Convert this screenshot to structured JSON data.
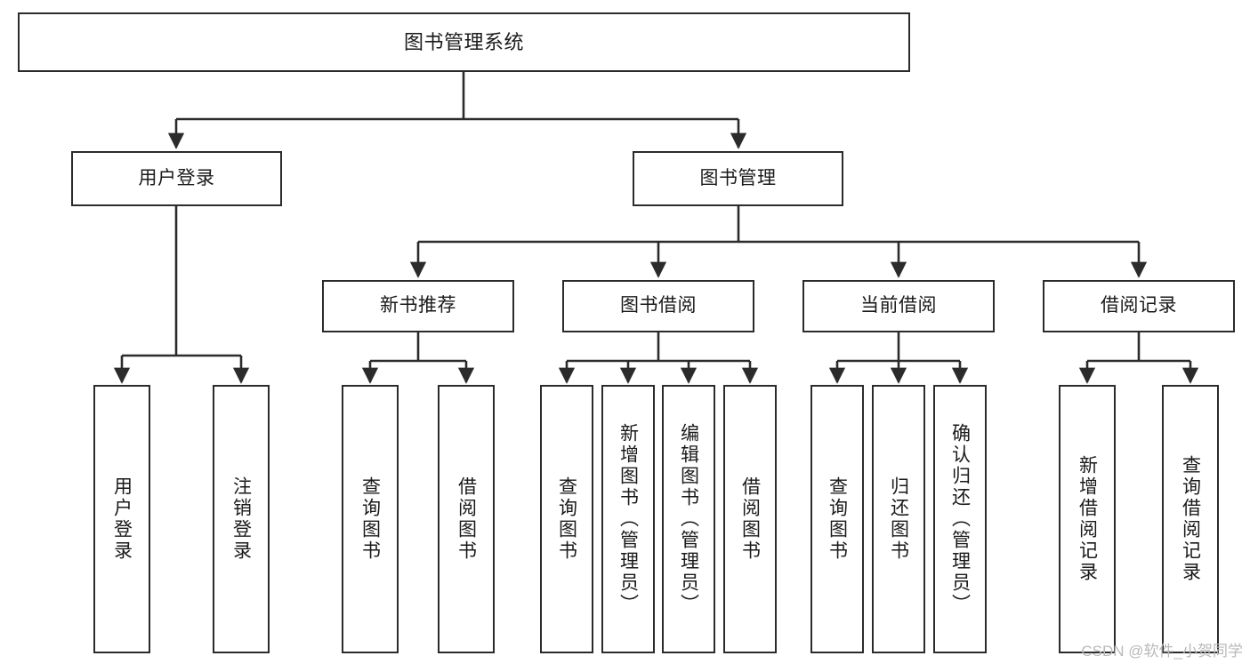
{
  "diagram": {
    "title": "图书管理系统",
    "type": "tree-hierarchy",
    "orientation": "top-down",
    "colors": {
      "border": "#2b2b2b",
      "background": "#ffffff",
      "text": "#1a1a1a",
      "edge": "#2b2b2b",
      "watermark": "#b9b9b9"
    },
    "nodes": {
      "root": {
        "label": "图书管理系统"
      },
      "level2": [
        {
          "id": "user-login",
          "label": "用户登录"
        },
        {
          "id": "book-manage",
          "label": "图书管理"
        }
      ],
      "level3": [
        {
          "id": "new-book-rec",
          "label": "新书推荐"
        },
        {
          "id": "book-borrow",
          "label": "图书借阅"
        },
        {
          "id": "current-borrow",
          "label": "当前借阅"
        },
        {
          "id": "borrow-record",
          "label": "借阅记录"
        }
      ],
      "leaves": {
        "user-login": [
          {
            "id": "leaf-user-login",
            "label": "用户登录"
          },
          {
            "id": "leaf-logout-login",
            "label": "注销登录"
          }
        ],
        "new-book-rec": [
          {
            "id": "leaf-query-book-1",
            "label": "查询图书"
          },
          {
            "id": "leaf-borrow-book-1",
            "label": "借阅图书"
          }
        ],
        "book-borrow": [
          {
            "id": "leaf-query-book-2",
            "label": "查询图书"
          },
          {
            "id": "leaf-add-book",
            "label": "新增图书（管理员）"
          },
          {
            "id": "leaf-edit-book",
            "label": "编辑图书（管理员）"
          },
          {
            "id": "leaf-borrow-book-2",
            "label": "借阅图书"
          }
        ],
        "current-borrow": [
          {
            "id": "leaf-query-book-3",
            "label": "查询图书"
          },
          {
            "id": "leaf-return-book",
            "label": "归还图书"
          },
          {
            "id": "leaf-confirm-return",
            "label": "确认归还（管理员）"
          }
        ],
        "borrow-record": [
          {
            "id": "leaf-add-record",
            "label": "新增借阅记录"
          },
          {
            "id": "leaf-query-record",
            "label": "查询借阅记录"
          }
        ]
      }
    },
    "watermark": "CSDN @软件_小贺同学"
  }
}
